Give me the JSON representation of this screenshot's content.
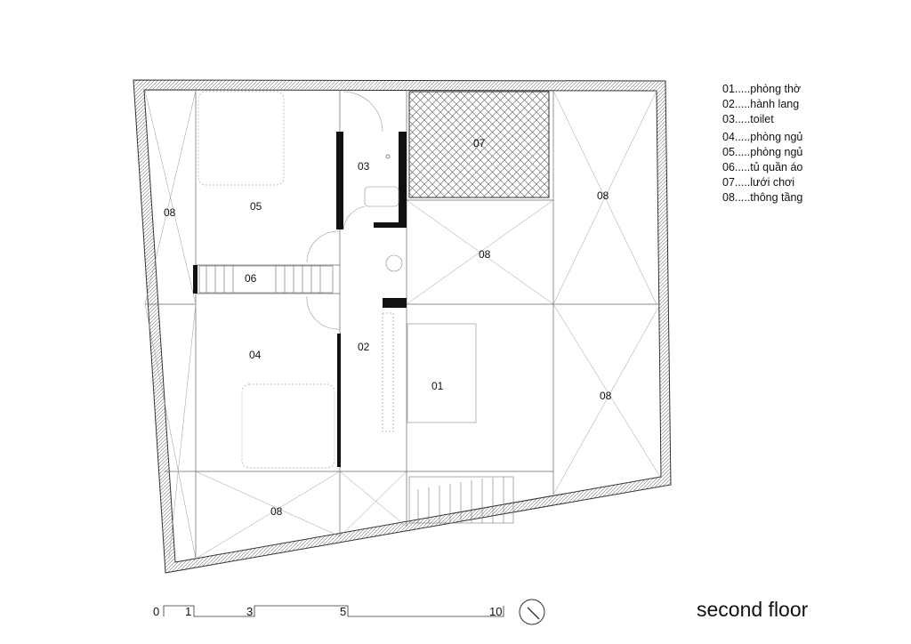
{
  "title": "second floor",
  "legend": [
    {
      "code": "01",
      "name": "phòng thờ"
    },
    {
      "code": "02",
      "name": "hành lang"
    },
    {
      "code": "03",
      "name": "toilet"
    },
    {
      "code": "04",
      "name": "phòng ngủ"
    },
    {
      "code": "05",
      "name": "phòng ngủ"
    },
    {
      "code": "06",
      "name": "tủ quần áo"
    },
    {
      "code": "07",
      "name": "lưới chơi"
    },
    {
      "code": "08",
      "name": "thông tầng"
    }
  ],
  "legend_text": [
    "01.....phòng thờ",
    "02.....hành lang",
    "03.....toilet",
    "04.....phòng ngủ",
    "05.....phòng ngủ",
    "06.....tủ quần áo",
    "07.....lưới chơi",
    "08.....thông tầng"
  ],
  "rooms": {
    "r01": "01",
    "r02": "02",
    "r03": "03",
    "r04": "04",
    "r05": "05",
    "r06": "06",
    "r07": "07",
    "r08a": "08",
    "r08b": "08",
    "r08c": "08",
    "r08d": "08",
    "r08e": "08"
  },
  "scale": {
    "ticks": [
      "0",
      "1",
      "3",
      "5",
      "10"
    ]
  },
  "north_arrow": "compass-icon"
}
